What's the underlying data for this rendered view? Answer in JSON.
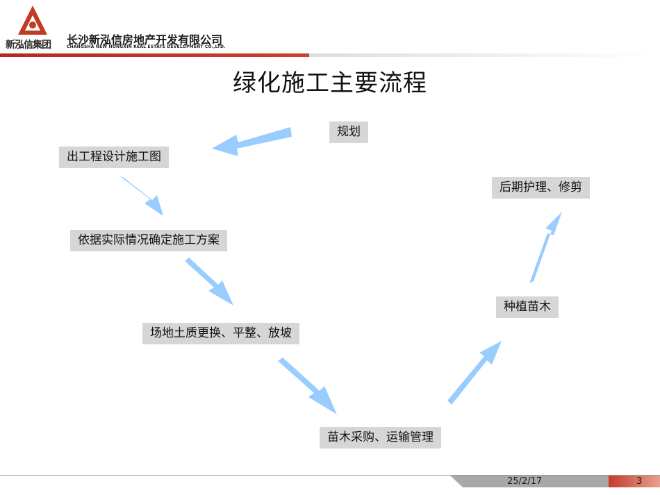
{
  "header": {
    "logo_text": "新泓信集团",
    "company_name": "长沙新泓信房地产开发有限公司",
    "company_name_en": "CHANGSHA NEW HONGXIN REAL ESTATE DEVELOPMENT CO.,LTD."
  },
  "title": "绿化施工主要流程",
  "steps": [
    "规划",
    "出工程设计施工图",
    "依据实际情况确定施工方案",
    "场地土质更换、平整、放坡",
    "苗木采购、运输管理",
    "种植苗木",
    "后期护理、修剪"
  ],
  "footer": {
    "date": "25/2/17",
    "page": "3"
  },
  "colors": {
    "arrow": "#99ccff",
    "step_box": "#d6d6d6",
    "brand_red": "#b42a1c"
  }
}
